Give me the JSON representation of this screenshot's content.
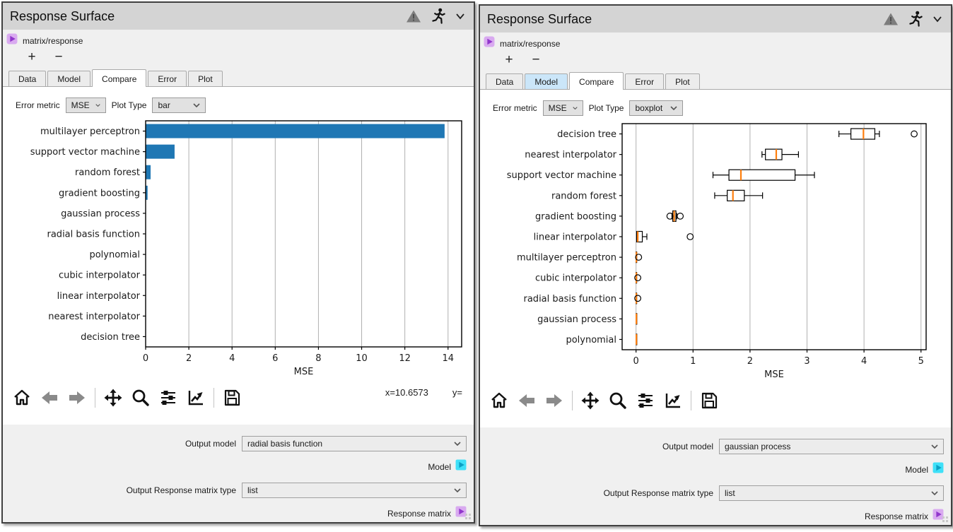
{
  "colors": {
    "titlebar_bg": "#d4d4d4",
    "panel_bg": "#f0f0f0",
    "content_bg": "#ffffff",
    "tab_highlight_bg": "#cbe6f9",
    "bar_blue": "#1f77b4",
    "box_median_orange": "#ff7f0e",
    "gridline_gray": "#b0b0b0",
    "port_purple_bg": "#d9aaf0",
    "port_purple_arrow": "#9137cc",
    "port_cyan_bg": "#3fe0f8",
    "port_cyan_arrow": "#0b9fc4",
    "warning_gray": "#7d7d7d",
    "nav_arrow_gray": "#8a8a8a"
  },
  "panels": [
    {
      "title": "Response Surface",
      "node_label": "matrix/response",
      "add_label": "+",
      "remove_label": "−",
      "tabs": [
        "Data",
        "Model",
        "Compare",
        "Error",
        "Plot"
      ],
      "active_tab": "Compare",
      "highlighted_tab": "",
      "controls": {
        "error_metric_label": "Error metric",
        "error_metric_value": "MSE",
        "plot_type_label": "Plot Type",
        "plot_type_value": "bar"
      },
      "toolbar_icons": [
        "home",
        "back",
        "forward",
        "pan",
        "zoom-to-rect",
        "configure-subplots",
        "edit-axes",
        "save"
      ],
      "status": {
        "x": "x=10.6573",
        "y": "y="
      },
      "output_model_label": "Output model",
      "output_model_value": "radial basis function",
      "model_port_label": "Model",
      "matrix_type_label": "Output Response matrix type",
      "matrix_type_value": "list",
      "response_port_label": "Response matrix"
    },
    {
      "title": "Response Surface",
      "node_label": "matrix/response",
      "add_label": "+",
      "remove_label": "−",
      "tabs": [
        "Data",
        "Model",
        "Compare",
        "Error",
        "Plot"
      ],
      "active_tab": "Compare",
      "highlighted_tab": "Model",
      "controls": {
        "error_metric_label": "Error metric",
        "error_metric_value": "MSE",
        "plot_type_label": "Plot Type",
        "plot_type_value": "boxplot"
      },
      "toolbar_icons": [
        "home",
        "back",
        "forward",
        "pan",
        "zoom-to-rect",
        "configure-subplots",
        "edit-axes",
        "save"
      ],
      "status": {
        "x": "",
        "y": ""
      },
      "output_model_label": "Output model",
      "output_model_value": "gaussian process",
      "model_port_label": "Model",
      "matrix_type_label": "Output Response matrix type",
      "matrix_type_value": "list",
      "response_port_label": "Response matrix"
    }
  ],
  "chart_data": [
    {
      "type": "bar",
      "title": "",
      "xlabel": "MSE",
      "categories": [
        "multilayer perceptron",
        "support vector machine",
        "random forest",
        "gradient boosting",
        "gaussian process",
        "radial basis function",
        "polynomial",
        "cubic interpolator",
        "linear interpolator",
        "nearest interpolator",
        "decision tree"
      ],
      "values": [
        13.84,
        1.34,
        0.23,
        0.09,
        0.01,
        0.008,
        0.006,
        0.005,
        0.005,
        0.005,
        0.004
      ],
      "xticks": [
        0,
        2,
        4,
        6,
        8,
        10,
        12,
        14
      ],
      "xlim": [
        0,
        14.63
      ],
      "grid": true,
      "bar_color": "#1f77b4"
    },
    {
      "type": "boxplot",
      "title": "",
      "xlabel": "MSE",
      "categories": [
        "decision tree",
        "nearest interpolator",
        "support vector machine",
        "random forest",
        "gradient boosting",
        "linear interpolator",
        "multilayer perceptron",
        "cubic interpolator",
        "radial basis function",
        "gaussian process",
        "polynomial"
      ],
      "boxes": [
        {
          "whislo": 3.56,
          "q1": 3.77,
          "med": 3.99,
          "q3": 4.19,
          "whishi": 4.27,
          "fliers": [
            4.88
          ]
        },
        {
          "whislo": 2.21,
          "q1": 2.27,
          "med": 2.46,
          "q3": 2.56,
          "whishi": 2.85,
          "fliers": []
        },
        {
          "whislo": 1.35,
          "q1": 1.63,
          "med": 1.84,
          "q3": 2.79,
          "whishi": 3.13,
          "fliers": []
        },
        {
          "whislo": 1.38,
          "q1": 1.6,
          "med": 1.7,
          "q3": 1.9,
          "whishi": 2.22,
          "fliers": []
        },
        {
          "whislo": 0.63,
          "q1": 0.645,
          "med": 0.67,
          "q3": 0.7,
          "whishi": 0.715,
          "fliers": [
            0.595,
            0.775
          ]
        },
        {
          "whislo": 0.01,
          "q1": 0.01,
          "med": 0.03,
          "q3": 0.11,
          "whishi": 0.19,
          "fliers": [
            0.95
          ]
        },
        {
          "whislo": 0.0,
          "q1": 0.0,
          "med": 0.006,
          "q3": 0.012,
          "whishi": 0.015,
          "fliers": [
            0.045
          ]
        },
        {
          "whislo": 0.0,
          "q1": 0.0,
          "med": 0.005,
          "q3": 0.01,
          "whishi": 0.012,
          "fliers": [
            0.03
          ]
        },
        {
          "whislo": 0.0,
          "q1": 0.0,
          "med": 0.005,
          "q3": 0.01,
          "whishi": 0.012,
          "fliers": [
            0.03
          ]
        },
        {
          "whislo": 0.003,
          "q1": 0.003,
          "med": 0.006,
          "q3": 0.008,
          "whishi": 0.008,
          "fliers": []
        },
        {
          "whislo": 0.003,
          "q1": 0.003,
          "med": 0.006,
          "q3": 0.008,
          "whishi": 0.008,
          "fliers": []
        }
      ],
      "xticks": [
        0,
        1,
        2,
        3,
        4,
        5
      ],
      "xlim": [
        -0.244,
        5.09
      ],
      "grid": true,
      "median_color": "#ff7f0e"
    }
  ]
}
